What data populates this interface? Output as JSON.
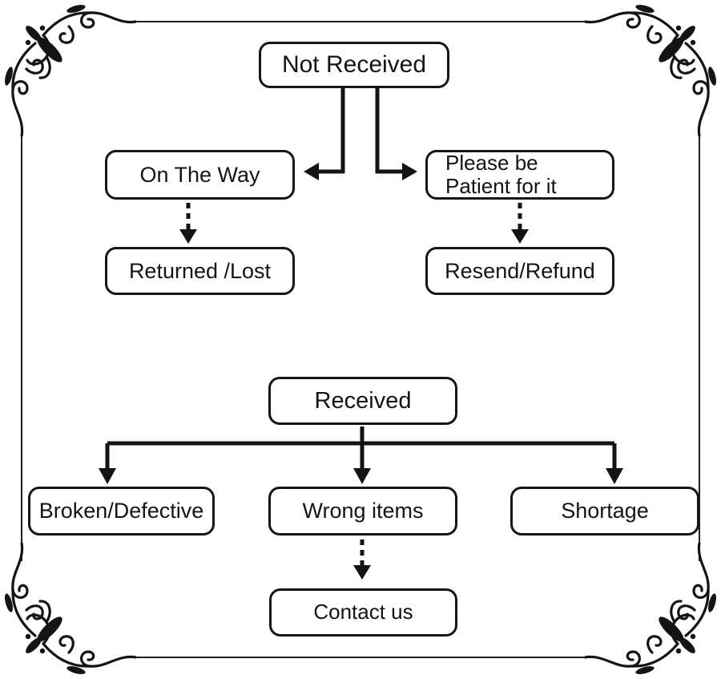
{
  "page": {
    "background_color": "#ffffff",
    "line_color": "#131313",
    "frame_color": "#1f1f1f",
    "text_color": "#141414"
  },
  "decoration": {
    "corner_ornament_icon": "floral-flourish-icon",
    "corners": [
      "top-left",
      "top-right",
      "bottom-left",
      "bottom-right"
    ]
  },
  "diagram": {
    "type": "flowchart",
    "nodes": {
      "not_received": {
        "label": "Not Received"
      },
      "on_the_way": {
        "label": "On The Way"
      },
      "please_be_patient": {
        "label": "Please be\nPatient for it"
      },
      "returned_lost": {
        "label": "Returned /Lost"
      },
      "resend_refund": {
        "label": "Resend/Refund"
      },
      "received": {
        "label": "Received"
      },
      "broken_defective": {
        "label": "Broken/Defective"
      },
      "wrong_items": {
        "label": "Wrong items"
      },
      "shortage": {
        "label": "Shortage"
      },
      "contact_us": {
        "label": "Contact us"
      }
    },
    "edges": [
      {
        "from": "Not Received",
        "to": "On The Way",
        "style": "solid-arrow"
      },
      {
        "from": "Not Received",
        "to": "Please be Patient for it",
        "style": "solid-arrow"
      },
      {
        "from": "On The Way",
        "to": "Returned /Lost",
        "style": "dashed-arrow"
      },
      {
        "from": "Please be Patient for it",
        "to": "Resend/Refund",
        "style": "dashed-arrow"
      },
      {
        "from": "Received",
        "to": "Broken/Defective",
        "style": "solid-arrow"
      },
      {
        "from": "Received",
        "to": "Wrong items",
        "style": "solid-arrow"
      },
      {
        "from": "Received",
        "to": "Shortage",
        "style": "solid-arrow"
      },
      {
        "from": "Wrong items",
        "to": "Contact us",
        "style": "dashed-arrow"
      }
    ]
  }
}
